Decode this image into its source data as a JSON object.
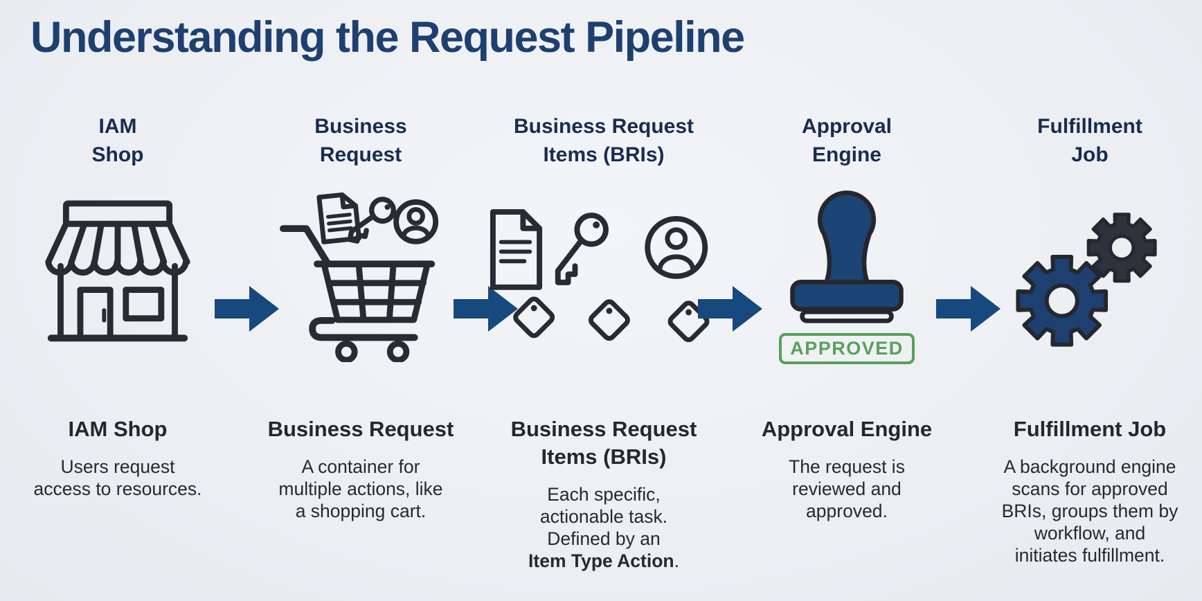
{
  "page": {
    "title": "Understanding the Request Pipeline",
    "background_color": "#edeff3",
    "title_color": "#1d4070",
    "header_color": "#192c50",
    "arrow_color": "#17497e",
    "stamp_color": "#1c4474",
    "gear_blue_color": "#1d4070",
    "gear_dark_color": "#2e323b",
    "icon_stroke_color": "#282b31",
    "approved_green": "#57a15b"
  },
  "stages": [
    {
      "header": "IAM\nShop",
      "icon": "storefront-icon",
      "title": "IAM Shop",
      "description": "Users request\naccess to resources."
    },
    {
      "header": "Business\nRequest",
      "icon": "shopping-cart-icon",
      "title": "Business Request",
      "description": "A container for\nmultiple actions, like\na shopping cart."
    },
    {
      "header": "Business Request\nItems (BRIs)",
      "icon": "tagged-items-icon",
      "title": "Business Request\nItems (BRIs)",
      "description": "Each specific,\nactionable task.\nDefined by an",
      "description_bold": "Item Type Action",
      "description_tail": "."
    },
    {
      "header": "Approval\nEngine",
      "icon": "approval-stamp-icon",
      "title": "Approval Engine",
      "description": "The request is\nreviewed and\napproved.",
      "badge": "APPROVED"
    },
    {
      "header": "Fulfillment\nJob",
      "icon": "gears-icon",
      "title": "Fulfillment Job",
      "description": "A background engine\nscans for approved\nBRIs, groups them by\nworkflow, and\ninitiates fulfillment."
    }
  ]
}
